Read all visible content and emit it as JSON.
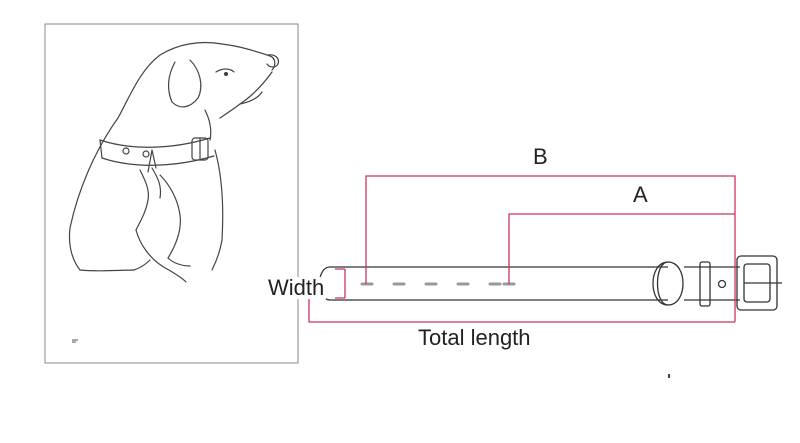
{
  "labels": {
    "b": "B",
    "a": "A",
    "width": "Width",
    "total_length": "Total length"
  },
  "colors": {
    "dimension_lines": "#c8375a",
    "outline": "#333333",
    "background": "#ffffff"
  },
  "icons": {
    "illustration": "dog-wearing-collar-illustration",
    "collar": "collar-diagram"
  }
}
